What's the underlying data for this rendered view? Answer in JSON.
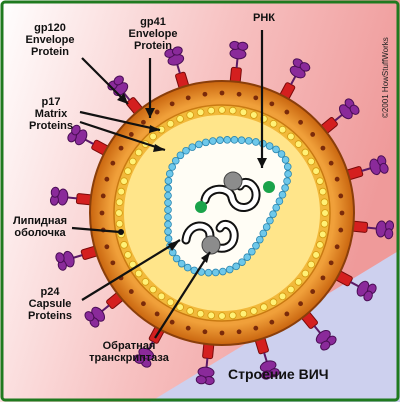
{
  "labels": {
    "gp120": [
      "gp120",
      "Envelope",
      "Protein"
    ],
    "gp41": [
      "gp41",
      "Envelope",
      "Protein"
    ],
    "rnk": [
      "РНК"
    ],
    "p17": [
      "p17",
      "Matrix",
      "Proteins"
    ],
    "lipid": [
      "Липидная",
      "оболочка"
    ],
    "p24": [
      "p24",
      "Capsule",
      "Proteins"
    ],
    "rt": [
      "Обратная",
      "транскриптаза"
    ]
  },
  "title": "Строение ВИЧ",
  "copyright": "©2001 HowStuffWorks",
  "colors": {
    "border": "#1f7a1f",
    "bg_pink": "#f4a7a7",
    "bg_blue": "#cfd2ef",
    "envelope": "#e38a1e",
    "envelope_edge": "#8a3e0a",
    "matrix": "#f4c74a",
    "inner": "#ffe58a",
    "spike": "#d41f1f",
    "knob": "#8a2a9a",
    "capsid_bead": "#6ec8ea",
    "rt": "#8c8c8c",
    "green": "#1aa34a"
  }
}
